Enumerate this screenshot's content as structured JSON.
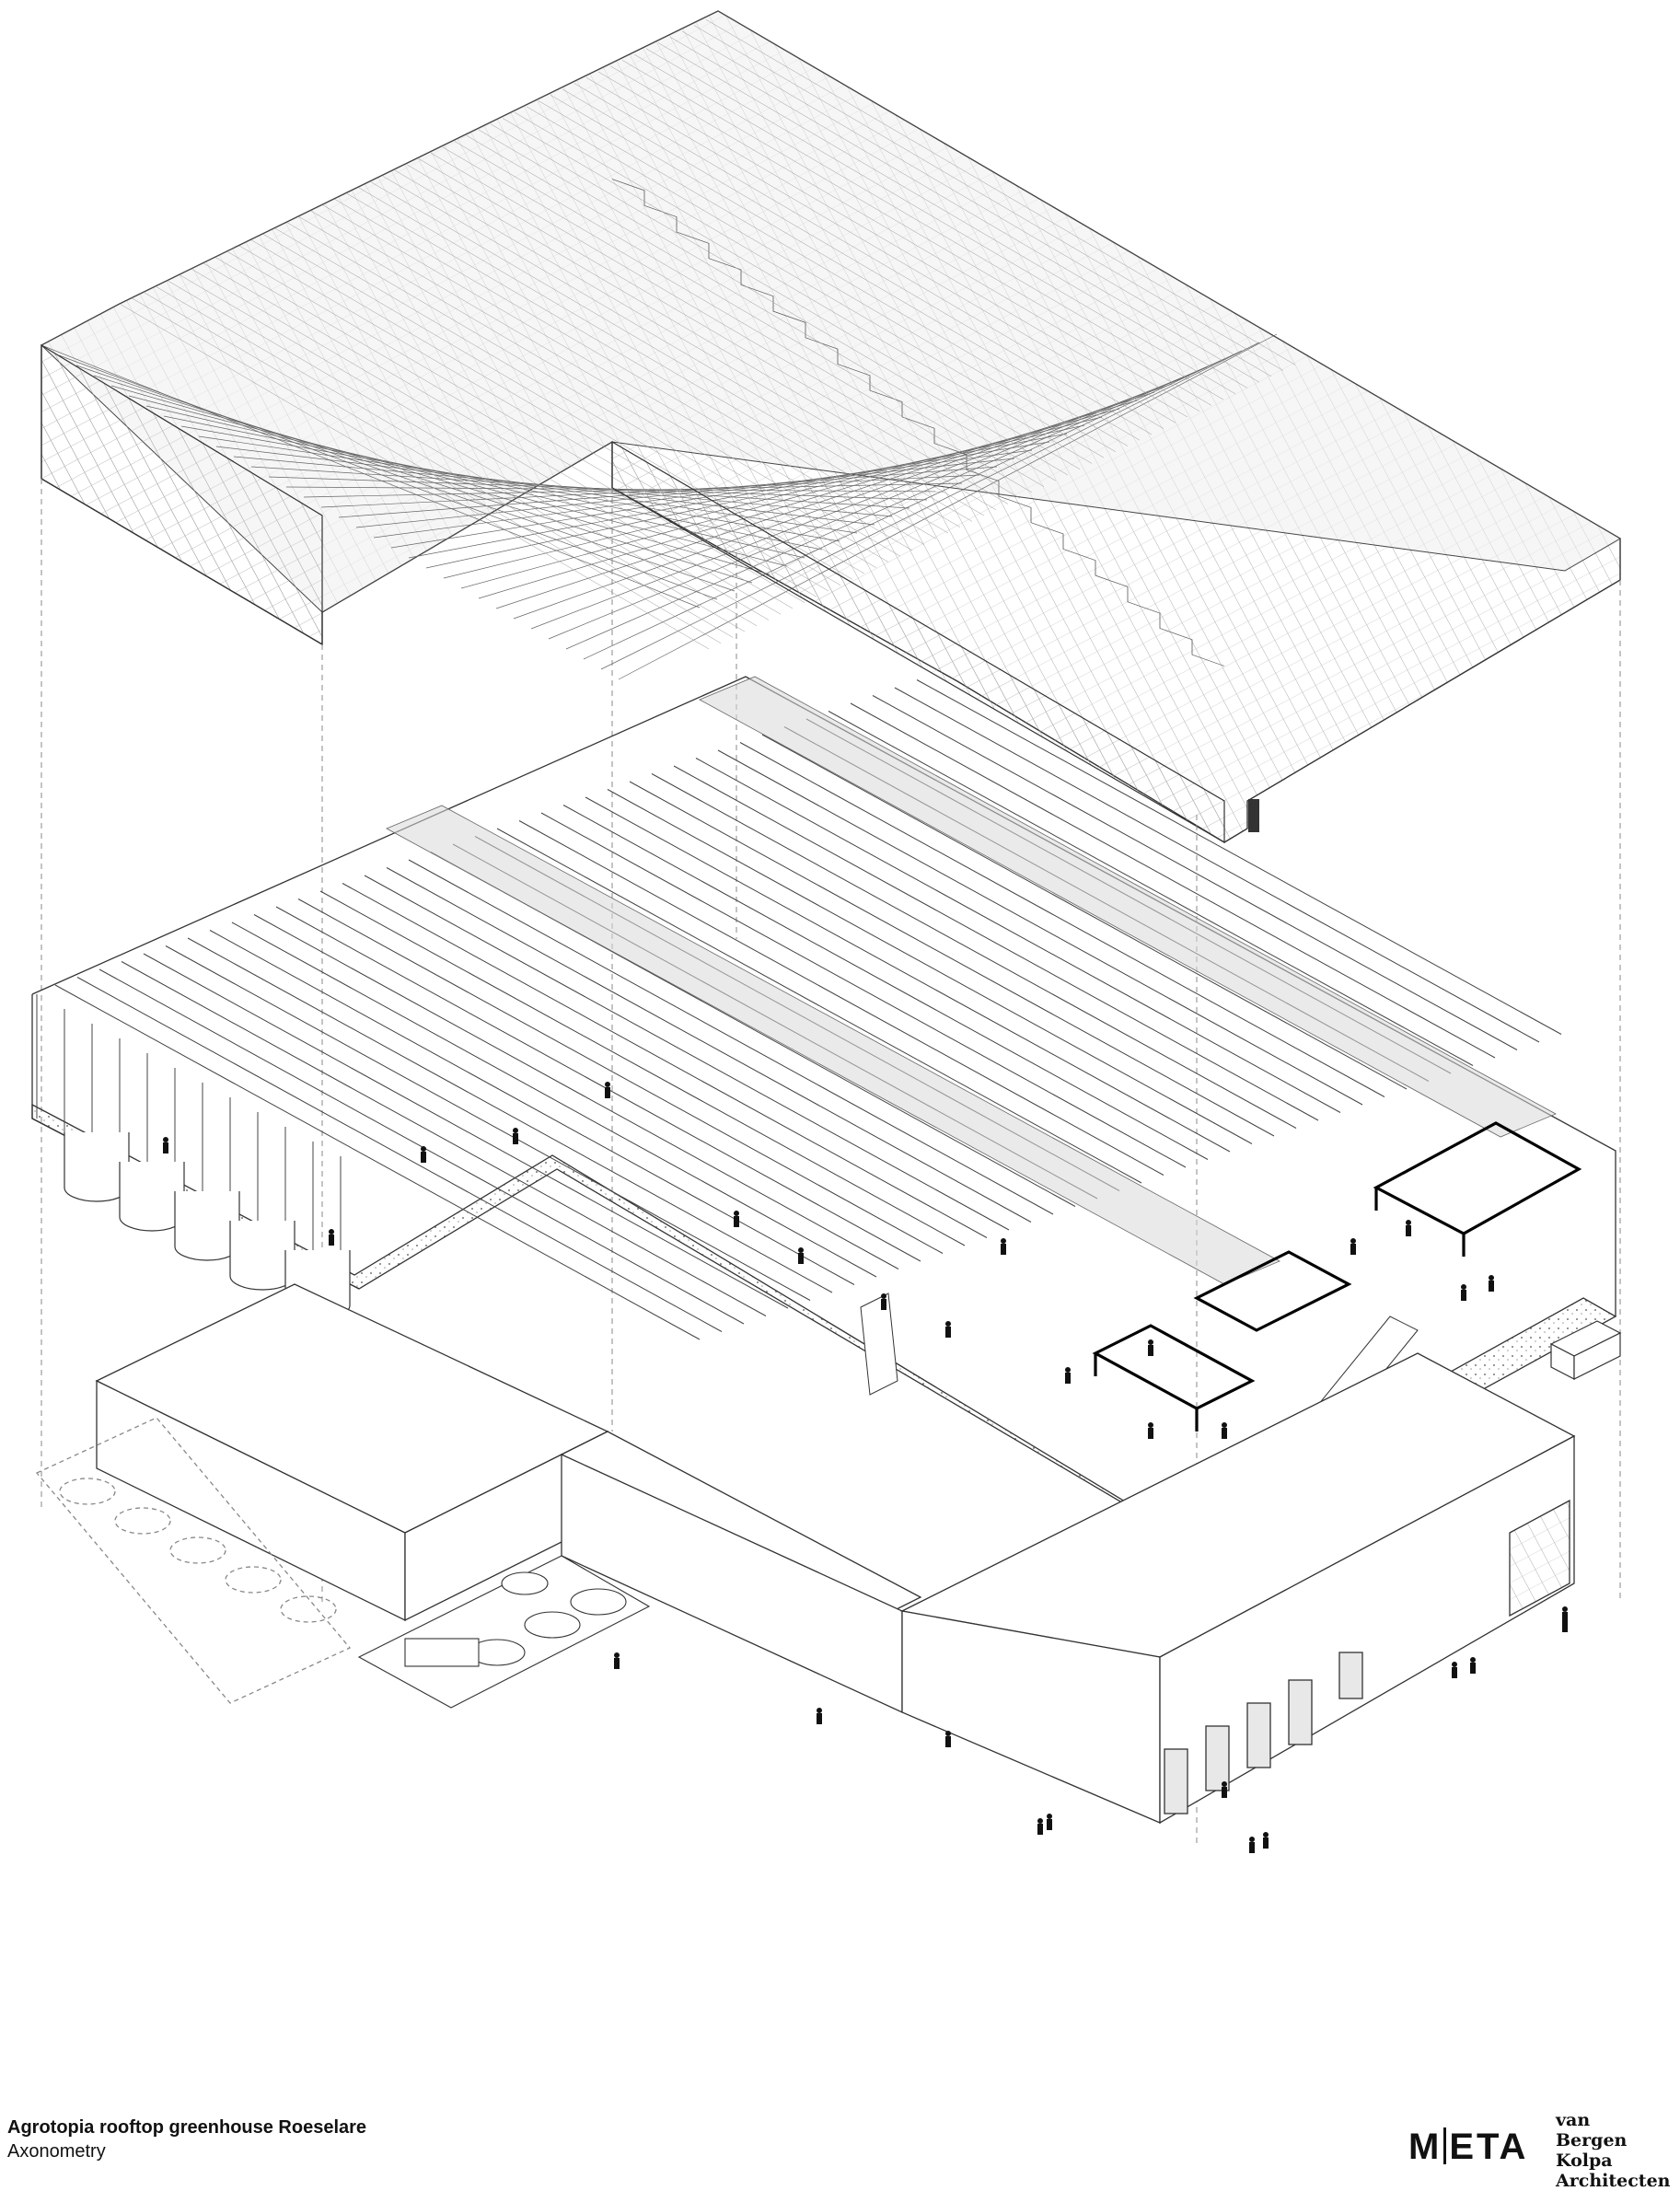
{
  "caption": {
    "title": "Agrotopia rooftop greenhouse Roeselare",
    "subtitle": "Axonometry"
  },
  "logo": {
    "left": "M",
    "right": "ETA"
  },
  "firm": {
    "line1": "van",
    "line2": "Bergen Kolpa",
    "line3": "Architecten"
  },
  "drawing": {
    "layers": [
      "greenhouse-roof",
      "greenhouse-level",
      "base-building"
    ],
    "line_color": "#222222",
    "roof_fill": "#f2f2f2",
    "highlight_color": "#000000"
  }
}
